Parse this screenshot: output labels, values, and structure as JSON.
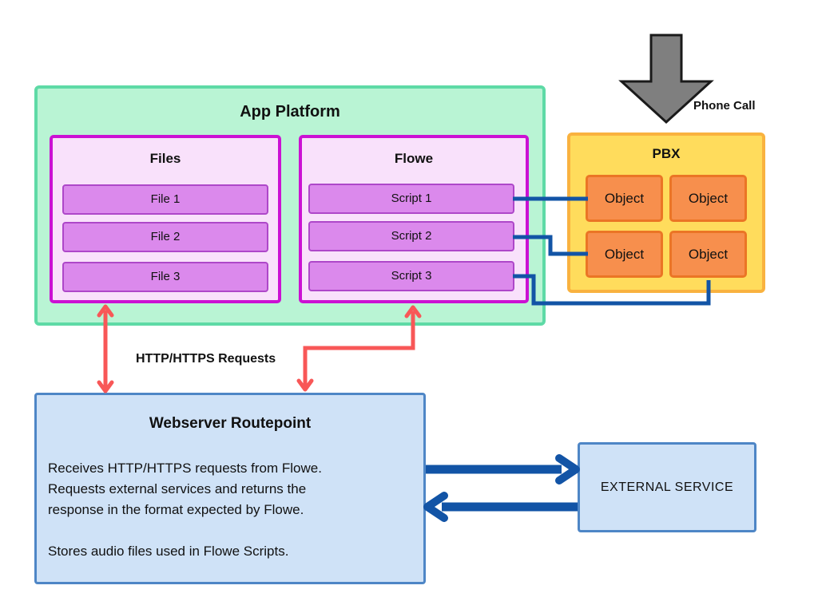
{
  "colors": {
    "app_platform_fill": "#B9F4D4",
    "app_platform_border": "#5EDAA6",
    "purple_box_fill": "#F9E1FB",
    "purple_box_border": "#CB11D3",
    "item_fill": "#DB89EC",
    "item_border": "#AE47C9",
    "pbx_fill": "#FFDC5C",
    "pbx_border": "#F9B23F",
    "object_fill": "#F78F4D",
    "object_border": "#EB7525",
    "blue_box_fill": "#CFE2F7",
    "blue_box_border": "#4E86C6",
    "connector_blue": "#1254A6",
    "arrow_red": "#F85757",
    "arrow_gray": "#7F7F7F"
  },
  "app_platform": {
    "title": "App Platform",
    "files": {
      "title": "Files",
      "items": [
        "File 1",
        "File 2",
        "File 3"
      ]
    },
    "flowe": {
      "title": "Flowe",
      "items": [
        "Script 1",
        "Script 2",
        "Script 3"
      ]
    }
  },
  "pbx": {
    "title": "PBX",
    "objects": [
      "Object",
      "Object",
      "Object",
      "Object"
    ]
  },
  "labels": {
    "phone_call": "Phone Call",
    "http_requests": "HTTP/HTTPS Requests"
  },
  "webserver": {
    "title": "Webserver Routepoint",
    "lines": [
      "Receives HTTP/HTTPS requests from Flowe.",
      "Requests external services and returns the",
      "response in the format expected by Flowe.",
      "",
      "Stores audio files used in Flowe Scripts."
    ]
  },
  "external_service": {
    "label": "EXTERNAL SERVICE"
  }
}
